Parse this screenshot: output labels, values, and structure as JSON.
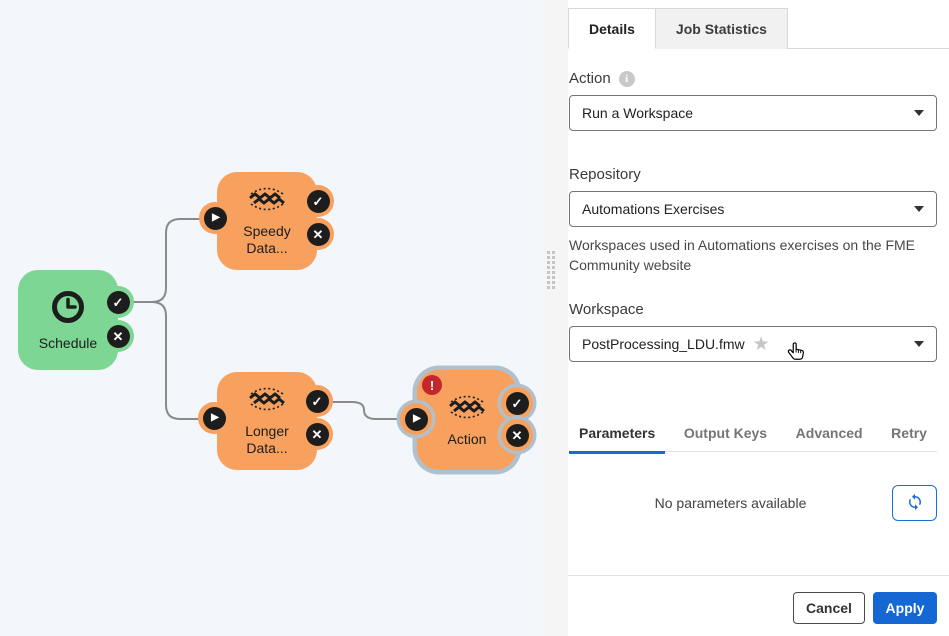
{
  "canvas": {
    "nodes": {
      "schedule": {
        "label": "Schedule",
        "type": "trigger"
      },
      "speedy": {
        "label_line1": "Speedy",
        "label_line2": "Data...",
        "type": "action"
      },
      "longer": {
        "label_line1": "Longer",
        "label_line2": "Data...",
        "type": "action"
      },
      "action": {
        "label": "Action",
        "type": "action",
        "has_error": true
      }
    }
  },
  "icons": {
    "check": "✓",
    "cross": "✕",
    "play": "▶",
    "error": "!",
    "info": "i",
    "star": "★"
  },
  "panel": {
    "tabs": [
      {
        "label": "Details",
        "active": true
      },
      {
        "label": "Job Statistics",
        "active": false
      }
    ],
    "fields": {
      "action_label": "Action",
      "action_value": "Run a Workspace",
      "repository_label": "Repository",
      "repository_value": "Automations Exercises",
      "repository_help": "Workspaces used in Automations exercises on the FME Community website",
      "workspace_label": "Workspace",
      "workspace_value": "PostProcessing_LDU.fmw"
    },
    "subtabs": [
      {
        "label": "Parameters",
        "active": true
      },
      {
        "label": "Output Keys",
        "active": false
      },
      {
        "label": "Advanced",
        "active": false
      },
      {
        "label": "Retry",
        "active": false
      }
    ],
    "parameters_empty": "No parameters available",
    "footer": {
      "cancel": "Cancel",
      "apply": "Apply"
    }
  },
  "colors": {
    "node_green": "#7ed694",
    "node_orange": "#f8a15f",
    "selection_outline": "#b0c1cd",
    "error_red": "#c4262e",
    "accent_blue": "#1669d8",
    "apply_blue": "#1567d3",
    "wire_gray": "#8a8a8a",
    "canvas_bg": "#f3f6fb"
  }
}
